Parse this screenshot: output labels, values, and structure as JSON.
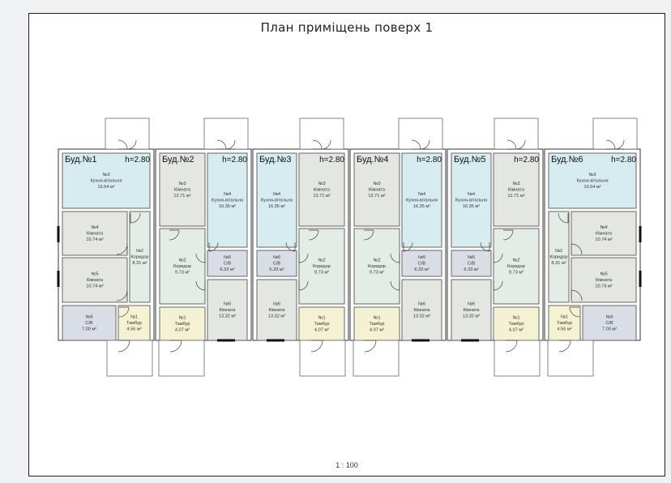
{
  "sheet": {
    "title": "План приміщень поверх 1",
    "scale": "1 : 100"
  },
  "colors": {
    "kitchen": "#d6ecf0",
    "room": "#e4e6e1",
    "corridor": "#e3ece5",
    "bath": "#d9dde6",
    "vestibule": "#f5f2d4",
    "wall": "#555555"
  },
  "buildings": [
    {
      "name": "Буд.№1",
      "height": "h=2.80",
      "rooms": [
        {
          "num": "№3",
          "name": "Кухня-вітальня",
          "area": "19.54 м²",
          "type": "kitchen"
        },
        {
          "num": "№4",
          "name": "Кімната",
          "area": "10.74 м²",
          "type": "room"
        },
        {
          "num": "№5",
          "name": "Кімната",
          "area": "10.74 м²",
          "type": "room"
        },
        {
          "num": "№2",
          "name": "Коридор",
          "area": "8.31 м²",
          "type": "corridor"
        },
        {
          "num": "№6",
          "name": "С/В",
          "area": "7.00 м²",
          "type": "bath"
        },
        {
          "num": "№1",
          "name": "Тамбур",
          "area": "4.56 м²",
          "type": "vestibule"
        }
      ]
    },
    {
      "name": "Буд.№2",
      "height": "h=2.80",
      "rooms": [
        {
          "num": "№3",
          "name": "Кімната",
          "area": "12.71 м²",
          "type": "room"
        },
        {
          "num": "№4",
          "name": "Кухня-вітальня",
          "area": "16.35 м²",
          "type": "kitchen"
        },
        {
          "num": "№2",
          "name": "Коридор",
          "area": "9.73 м²",
          "type": "corridor"
        },
        {
          "num": "№5",
          "name": "С/В",
          "area": "6.33 м²",
          "type": "bath"
        },
        {
          "num": "№6",
          "name": "Кімната",
          "area": "13.32 м²",
          "type": "room"
        },
        {
          "num": "№1",
          "name": "Тамбур",
          "area": "4.07 м²",
          "type": "vestibule"
        }
      ]
    },
    {
      "name": "Буд.№3",
      "height": "h=2.80",
      "rooms": [
        {
          "num": "№4",
          "name": "Кухня-вітальня",
          "area": "16.35 м²",
          "type": "kitchen"
        },
        {
          "num": "№3",
          "name": "Кімната",
          "area": "12.71 м²",
          "type": "room"
        },
        {
          "num": "№5",
          "name": "С/В",
          "area": "6.33 м²",
          "type": "bath"
        },
        {
          "num": "№2",
          "name": "Коридор",
          "area": "9.73 м²",
          "type": "corridor"
        },
        {
          "num": "№6",
          "name": "Кімната",
          "area": "13.32 м²",
          "type": "room"
        },
        {
          "num": "№1",
          "name": "Тамбур",
          "area": "4.07 м²",
          "type": "vestibule"
        }
      ]
    },
    {
      "name": "Буд.№4",
      "height": "h=2.80",
      "rooms": [
        {
          "num": "№3",
          "name": "Кімната",
          "area": "12.71 м²",
          "type": "room"
        },
        {
          "num": "№4",
          "name": "Кухня-вітальня",
          "area": "16.35 м²",
          "type": "kitchen"
        },
        {
          "num": "№2",
          "name": "Коридор",
          "area": "9.73 м²",
          "type": "corridor"
        },
        {
          "num": "№5",
          "name": "С/В",
          "area": "6.33 м²",
          "type": "bath"
        },
        {
          "num": "№1",
          "name": "Тамбур",
          "area": "4.07 м²",
          "type": "vestibule"
        },
        {
          "num": "№6",
          "name": "Кімната",
          "area": "13.32 м²",
          "type": "room"
        }
      ]
    },
    {
      "name": "Буд.№5",
      "height": "h=2.80",
      "rooms": [
        {
          "num": "№4",
          "name": "Кухня-вітальня",
          "area": "16.35 м²",
          "type": "kitchen"
        },
        {
          "num": "№3",
          "name": "Кімната",
          "area": "12.71 м²",
          "type": "room"
        },
        {
          "num": "№5",
          "name": "С/В",
          "area": "6.33 м²",
          "type": "bath"
        },
        {
          "num": "№2",
          "name": "Коридор",
          "area": "9.73 м²",
          "type": "corridor"
        },
        {
          "num": "№6",
          "name": "Кімната",
          "area": "13.32 м²",
          "type": "room"
        },
        {
          "num": "№1",
          "name": "Тамбур",
          "area": "4.07 м²",
          "type": "vestibule"
        }
      ]
    },
    {
      "name": "Буд.№6",
      "height": "h=2.80",
      "rooms": [
        {
          "num": "№3",
          "name": "Кухня-вітальня",
          "area": "19.54 м²",
          "type": "kitchen"
        },
        {
          "num": "№4",
          "name": "Кімната",
          "area": "10.74 м²",
          "type": "room"
        },
        {
          "num": "№2",
          "name": "Коридор",
          "area": "8.31 м²",
          "type": "corridor"
        },
        {
          "num": "№5",
          "name": "Кімната",
          "area": "10.74 м²",
          "type": "room"
        },
        {
          "num": "№1",
          "name": "Тамбур",
          "area": "4.56 м²",
          "type": "vestibule"
        },
        {
          "num": "№6",
          "name": "С/В",
          "area": "7.00 м²",
          "type": "bath"
        }
      ]
    }
  ]
}
